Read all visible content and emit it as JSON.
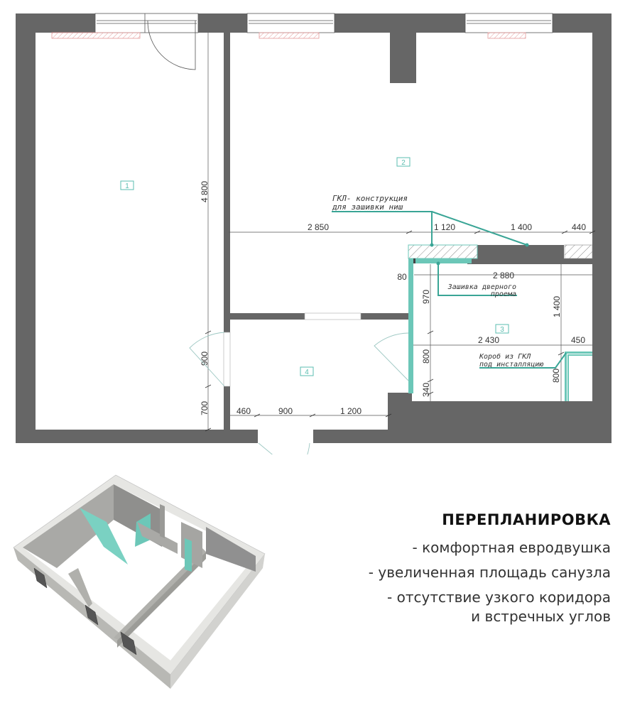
{
  "colors": {
    "wall": "#666666",
    "accent": "#6cc7b8",
    "accent_dark": "#3aa596",
    "radiator": "#e8a0a0",
    "dim_line": "#555555",
    "door": "#9cc7c2"
  },
  "rooms": [
    {
      "id": "1",
      "label": "1"
    },
    {
      "id": "2",
      "label": "2"
    },
    {
      "id": "3",
      "label": "3"
    },
    {
      "id": "4",
      "label": "4"
    }
  ],
  "dimensions": {
    "room1_height": "4 800",
    "door_left": "900",
    "left_lower": "700",
    "top_2850": "2 850",
    "top_1120": "1 120",
    "top_1400": "1 400",
    "top_440": "440",
    "wall_80": "80",
    "bath_2880": "2 880",
    "bath_970": "970",
    "bath_1400": "1 400",
    "bath_2430": "2 430",
    "bath_450": "450",
    "bath_800_left": "800",
    "bath_340": "340",
    "bath_800_right": "800",
    "hall_460": "460",
    "hall_900": "900",
    "hall_1200": "1 200"
  },
  "annotations": {
    "gkl_line1": "ГКЛ- конструкция",
    "gkl_line2": "для зашивки ниш",
    "door_seal_line1": "Зашивка дверного",
    "door_seal_line2": "проема",
    "box_line1": "Короб из ГКЛ",
    "box_line2": "под инсталляцию"
  },
  "caption": {
    "title": "ПЕРЕПЛАНИРОВКА",
    "items": [
      "- комфортная евродвушка",
      "- увеличенная площадь санузла",
      "- отсутствие узкого коридора",
      "и встречных углов"
    ]
  }
}
